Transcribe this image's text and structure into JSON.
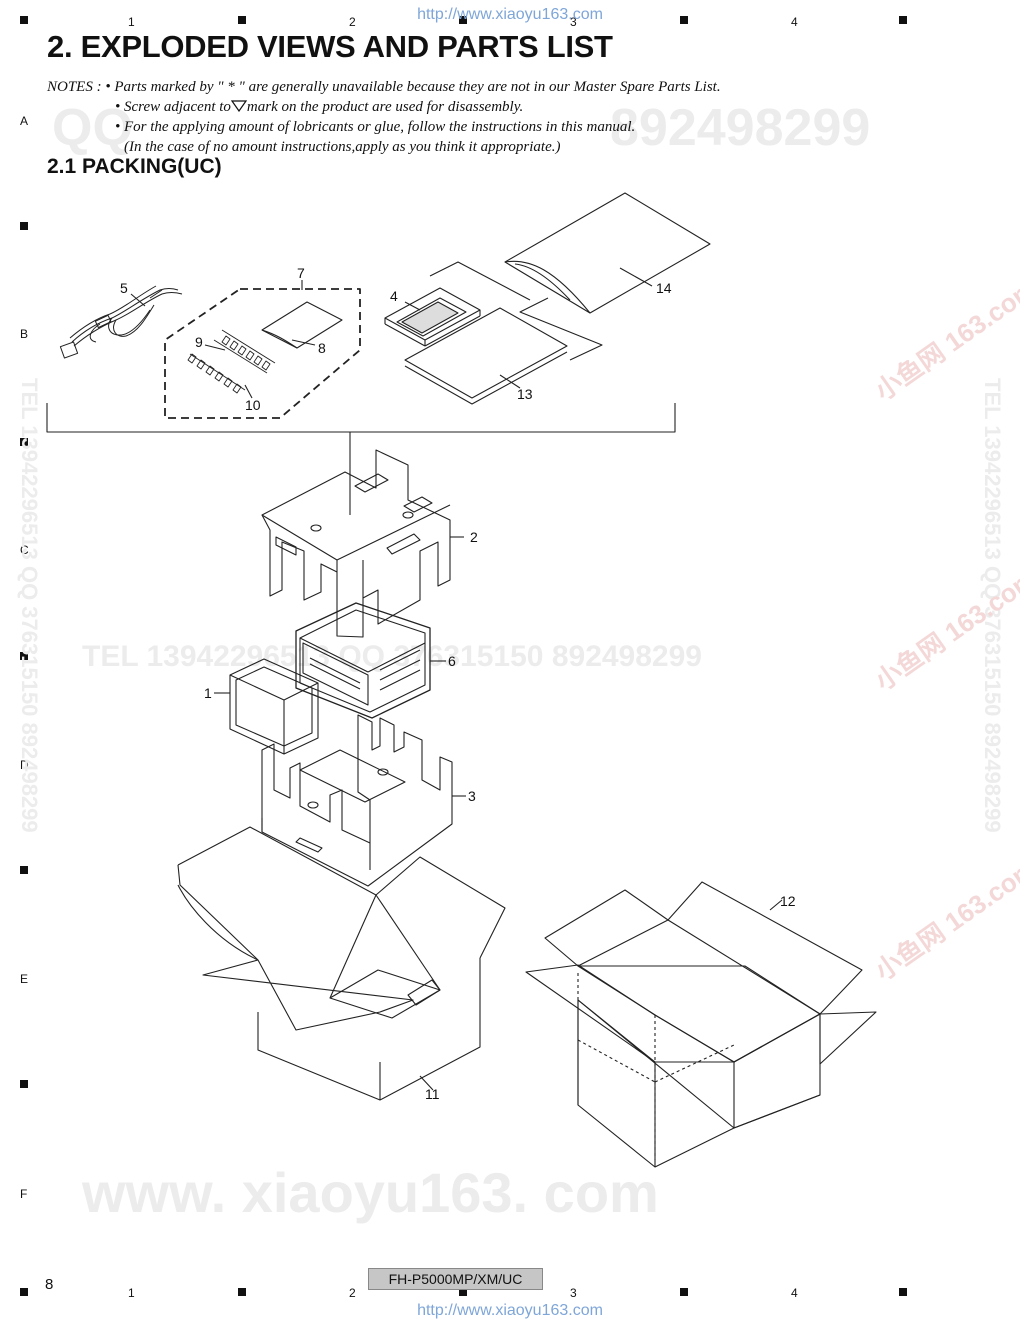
{
  "watermark_url": "http://www.xiaoyu163.com",
  "grid": {
    "columns": [
      "1",
      "2",
      "3",
      "4"
    ],
    "rows": [
      "A",
      "B",
      "C",
      "D",
      "E",
      "F"
    ]
  },
  "title": "2. EXPLODED VIEWS AND PARTS LIST",
  "notes": {
    "lead": "NOTES :",
    "line1": "• Parts marked by  \" * \"  are generally unavailable because they are not in our Master Spare Parts List.",
    "line2a": "• Screw adjacent to",
    "line2b": "mark on the product are used for disassembly.",
    "line3": "• For the applying amount of lobricants or glue, follow the instructions in this manual.",
    "line4": "(In the case of no amount instructions,apply as you think it appropriate.)"
  },
  "section_title": "2.1  PACKING(UC)",
  "callouts": [
    "1",
    "2",
    "3",
    "4",
    "5",
    "6",
    "7",
    "8",
    "9",
    "10",
    "11",
    "12",
    "13",
    "14"
  ],
  "watermarks": {
    "qq_left": "QQ",
    "qq_right": "892498299",
    "tel_line": "TEL  13942296513    QQ  376315150  892498299",
    "www": "www. xiaoyu163. com",
    "vertical": "TEL  13942296513  QQ  376315150  892498299",
    "cn": "小鱼网 163.com"
  },
  "footer": {
    "page_number": "8",
    "model": "FH-P5000MP/XM/UC"
  }
}
